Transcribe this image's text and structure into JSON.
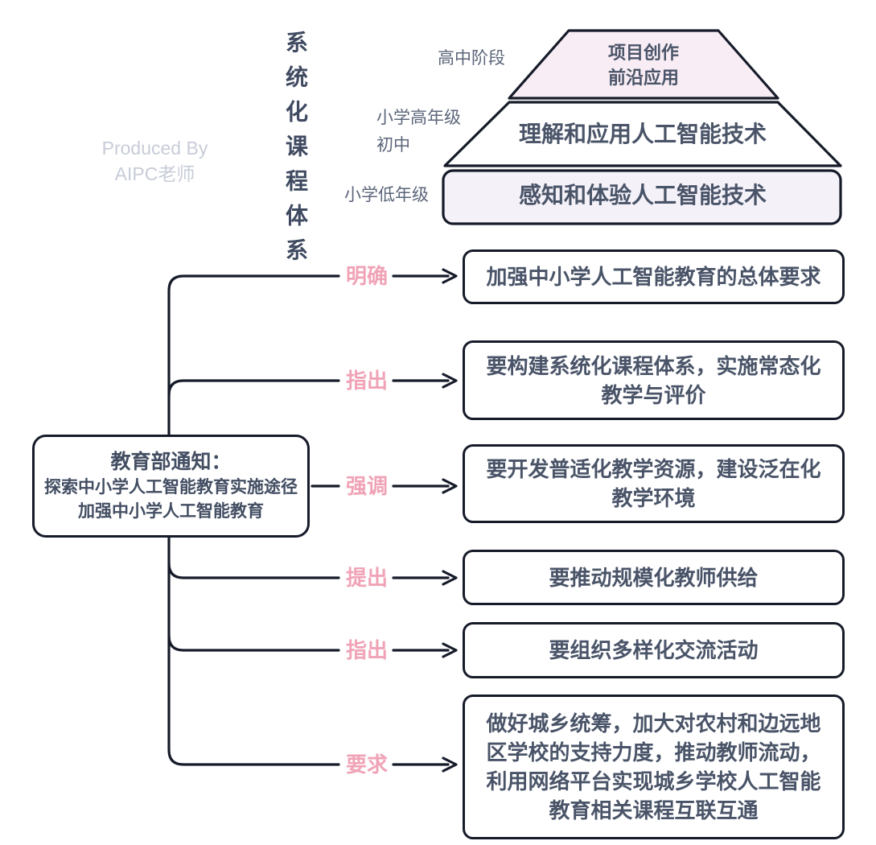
{
  "watermark": "Produced By\nAIPC老师",
  "vertical_title": "系统化课程体系",
  "pyramid": {
    "levels": [
      {
        "stage": "高中阶段",
        "label": "项目创作\n前沿应用"
      },
      {
        "stage": "小学高年级\n初中",
        "label": "理解和应用人工智能技术"
      },
      {
        "stage": "小学低年级",
        "label": "感知和体验人工智能技术"
      }
    ]
  },
  "root": {
    "title": "教育部通知：",
    "line1": "探索中小学人工智能教育实施途径",
    "line2": "加强中小学人工智能教育"
  },
  "branches": [
    {
      "verb": "明确",
      "text": "加强中小学人工智能教育的总体要求"
    },
    {
      "verb": "指出",
      "text": "要构建系统化课程体系，实施常态化\n教学与评价"
    },
    {
      "verb": "强调",
      "text": "要开发普适化教学资源，建设泛在化\n教学环境"
    },
    {
      "verb": "提出",
      "text": "要推动规模化教师供给"
    },
    {
      "verb": "指出",
      "text": "要组织多样化交流活动"
    },
    {
      "verb": "要求",
      "text": "做好城乡统筹，加大对农村和边远地\n区学校的支持力度，推动教师流动，\n利用网络平台实现城乡学校人工智能\n教育相关课程互联互通"
    }
  ],
  "colors": {
    "line": "#161b29",
    "text": "#4a5468",
    "accent_pink": "#f0a3b6",
    "pyramid_top_fill": "#f8edf4",
    "pyramid_bottom_fill": "#f4f1f9",
    "watermark": "#c7ccd8"
  }
}
